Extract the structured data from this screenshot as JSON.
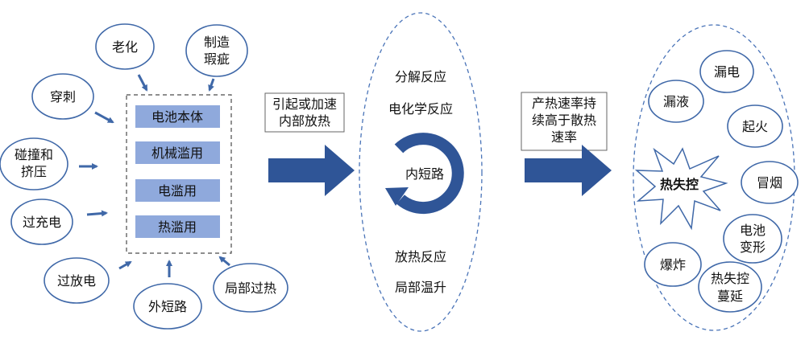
{
  "causes": {
    "aging": "老化",
    "manufacturing_defect": [
      "制造",
      "瑕疵"
    ],
    "puncture": "穿刺",
    "collision": [
      "碰撞和",
      "挤压"
    ],
    "overcharge": "过充电",
    "overdischarge": "过放电",
    "external_short": "外短路",
    "local_overheat": "局部过热"
  },
  "abuse": {
    "items": [
      "电池本体",
      "机械滥用",
      "电滥用",
      "热滥用"
    ]
  },
  "trigger_label": [
    "引起或加速",
    "内部放热"
  ],
  "reactions": {
    "decomposition": "分解反应",
    "electrochemical": "电化学反应",
    "internal_short": "内短路",
    "exothermic": "放热反应",
    "local_temp_rise": "局部温升"
  },
  "condition_label": [
    "产热速率持",
    "续高于散热",
    "速率"
  ],
  "outcomes": {
    "center": "热失控",
    "leakage_electric": "漏电",
    "electrolyte_leak": "漏液",
    "fire": "起火",
    "smoke": "冒烟",
    "deformation": [
      "电池",
      "变形"
    ],
    "explosion": "爆炸",
    "propagation": [
      "热失控",
      "蔓延"
    ]
  },
  "colors": {
    "accent": "#2f5597",
    "bubble_stroke": "#3f68a8",
    "abuse_fill": "#8fa9dc"
  }
}
